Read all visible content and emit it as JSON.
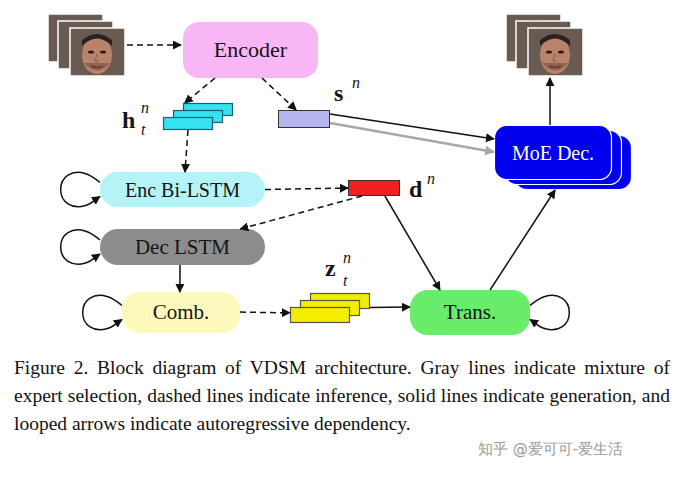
{
  "diagram": {
    "caption": "Figure 2. Block diagram of VDSM architecture. Gray lines indicate mixture of expert selection, dashed lines indicate inference, solid lines indicate generation, and looped arrows indicate autoregressive dependency.",
    "nodes": [
      {
        "text": [
          "Encoder"
        ]
      },
      {
        "text": [
          "h",
          "n",
          "t"
        ]
      },
      {
        "text": [
          "s",
          "n"
        ]
      },
      {
        "text": [
          "MoE Dec."
        ]
      },
      {
        "text": [
          "Enc Bi-LSTM"
        ]
      },
      {
        "text": [
          "d",
          "n"
        ]
      },
      {
        "text": [
          "Dec LSTM"
        ]
      },
      {
        "text": [
          "Comb."
        ]
      },
      {
        "text": [
          "z",
          "n",
          "t"
        ]
      },
      {
        "text": [
          "Trans."
        ]
      }
    ],
    "edges": [
      {
        "from": 0,
        "to": 1,
        "arrow": "to"
      },
      {
        "from": 0,
        "to": 2,
        "arrow": "to"
      },
      {
        "from": 2,
        "to": 3,
        "arrow": "to"
      },
      {
        "from": 2,
        "to": 3,
        "arrow": "to"
      },
      {
        "from": 1,
        "to": 4,
        "arrow": "to"
      },
      {
        "from": 4,
        "to": 5,
        "arrow": "to"
      },
      {
        "from": 5,
        "to": 6,
        "arrow": "to"
      },
      {
        "from": 5,
        "to": 9,
        "arrow": "to"
      },
      {
        "from": 6,
        "to": 7,
        "arrow": "to"
      },
      {
        "from": 7,
        "to": 8,
        "arrow": "to"
      },
      {
        "from": 8,
        "to": 9,
        "arrow": "to"
      },
      {
        "from": 9,
        "to": 3,
        "arrow": "to"
      },
      {
        "from": 4,
        "to": 4,
        "arrow": "to"
      },
      {
        "from": 6,
        "to": 6,
        "arrow": "to"
      },
      {
        "from": 7,
        "to": 7,
        "arrow": "to"
      },
      {
        "from": 9,
        "to": 9,
        "arrow": "to"
      }
    ],
    "labels": [
      "知乎 @爱可可-爱生活"
    ]
  }
}
